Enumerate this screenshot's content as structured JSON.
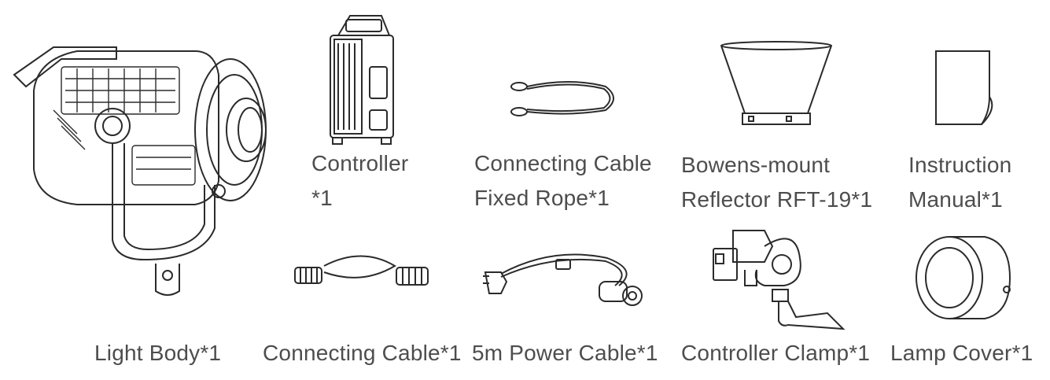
{
  "items": {
    "light_body": {
      "label": "Light Body*1"
    },
    "controller": {
      "label_line1": "Controller",
      "label_line2": "*1"
    },
    "fixed_rope": {
      "label_line1": "Connecting Cable",
      "label_line2": "Fixed Rope*1"
    },
    "reflector": {
      "label_line1": "Bowens-mount",
      "label_line2": "Reflector RFT-19*1"
    },
    "manual": {
      "label_line1": "Instruction",
      "label_line2": "Manual*1"
    },
    "connecting_cable": {
      "label": "Connecting Cable*1"
    },
    "power_cable": {
      "label": "5m Power Cable*1"
    },
    "controller_clamp": {
      "label": "Controller Clamp*1"
    },
    "lamp_cover": {
      "label": "Lamp Cover*1"
    }
  },
  "colors": {
    "line": "#2b2b2b",
    "text": "#4d4d4d",
    "background": "#ffffff"
  }
}
